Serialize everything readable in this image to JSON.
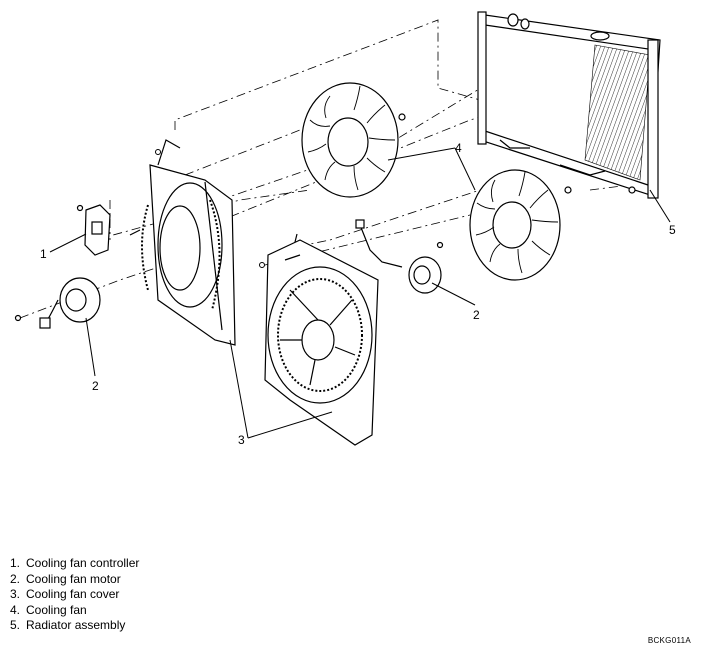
{
  "callouts": {
    "c1": "1",
    "c2a": "2",
    "c2b": "2",
    "c3": "3",
    "c4": "4",
    "c5": "5"
  },
  "legend": [
    {
      "num": "1.",
      "label": "Cooling fan controller"
    },
    {
      "num": "2.",
      "label": "Cooling fan motor"
    },
    {
      "num": "3.",
      "label": "Cooling fan cover"
    },
    {
      "num": "4.",
      "label": "Cooling fan"
    },
    {
      "num": "5.",
      "label": "Radiator assembly"
    }
  ],
  "figure_code": "BCKG011A"
}
